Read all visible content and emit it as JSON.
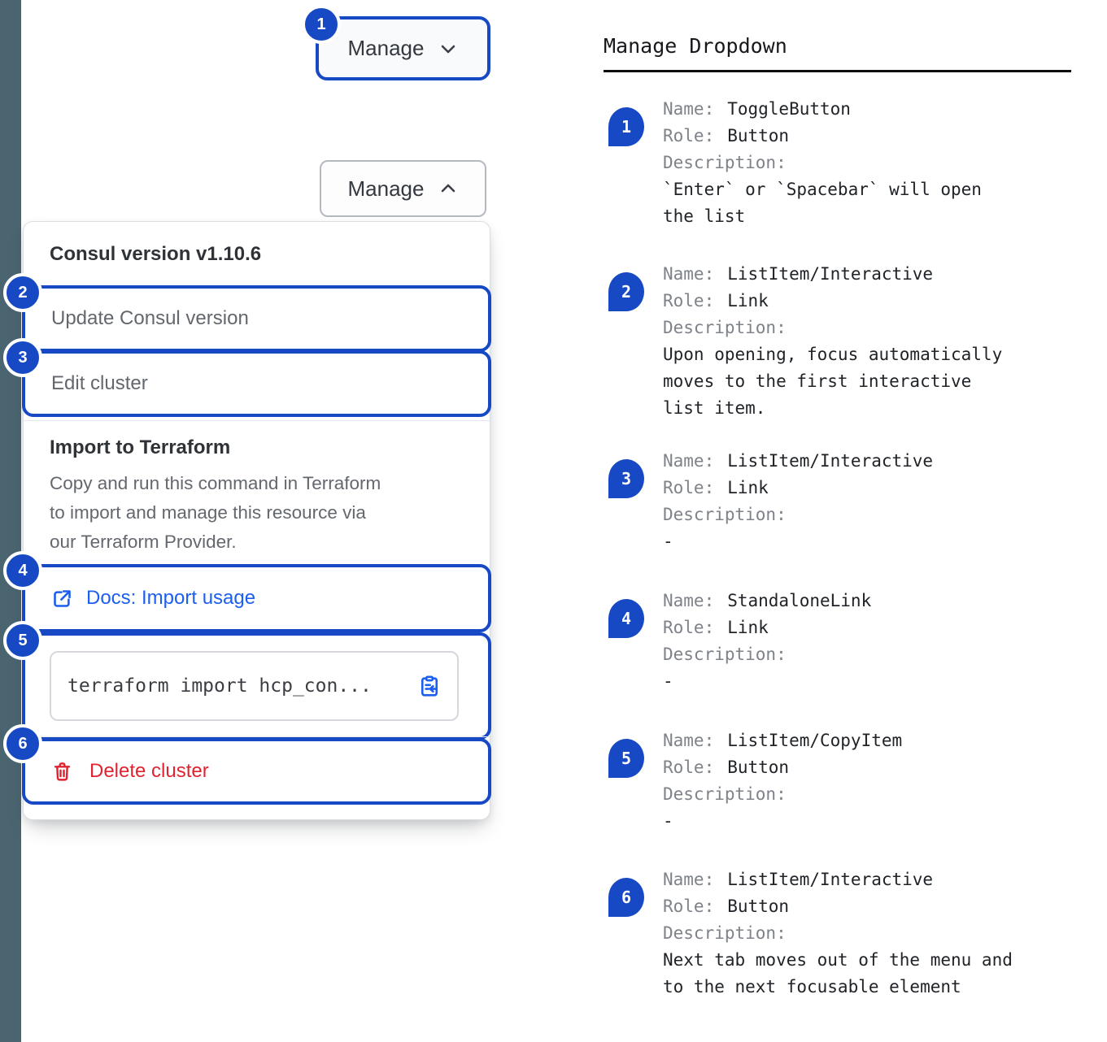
{
  "colors": {
    "annotation_blue": "#1749c4",
    "link_blue": "#1c5ef0",
    "danger_red": "#e02330",
    "sidebar_strip": "#4b6570"
  },
  "toggle_button": {
    "label": "Manage"
  },
  "menu": {
    "header": "Consul version v1.10.6",
    "update_item": "Update Consul version",
    "edit_item": "Edit cluster",
    "terraform_title": "Import to Terraform",
    "terraform_description": "Copy and run this command in Terraform\nto import and manage this resource via\nour Terraform Provider.",
    "docs_link_label": "Docs: Import usage",
    "command": "terraform import hcp_con...",
    "delete_label": "Delete cluster"
  },
  "icons": {
    "toggle_closed": "chevron-down-icon",
    "toggle_open": "chevron-up-icon",
    "docs": "external-link-icon",
    "copy": "clipboard-copy-icon",
    "delete": "trash-icon"
  },
  "legend": {
    "title": "Manage Dropdown",
    "name_label": "Name:",
    "role_label": "Role:",
    "description_label": "Description:",
    "items": [
      {
        "badge": "1",
        "name": "ToggleButton",
        "role": "Button",
        "description": "`Enter` or `Spacebar` will open\nthe list"
      },
      {
        "badge": "2",
        "name": "ListItem/Interactive",
        "role": "Link",
        "description": "Upon opening, focus automatically\nmoves to the first interactive\nlist item."
      },
      {
        "badge": "3",
        "name": "ListItem/Interactive",
        "role": "Link",
        "description": "-"
      },
      {
        "badge": "4",
        "name": "StandaloneLink",
        "role": "Link",
        "description": "-"
      },
      {
        "badge": "5",
        "name": "ListItem/CopyItem",
        "role": "Button",
        "description": "-"
      },
      {
        "badge": "6",
        "name": "ListItem/Interactive",
        "role": "Button",
        "description": "Next tab moves out of the menu and\nto the next focusable element"
      }
    ]
  }
}
